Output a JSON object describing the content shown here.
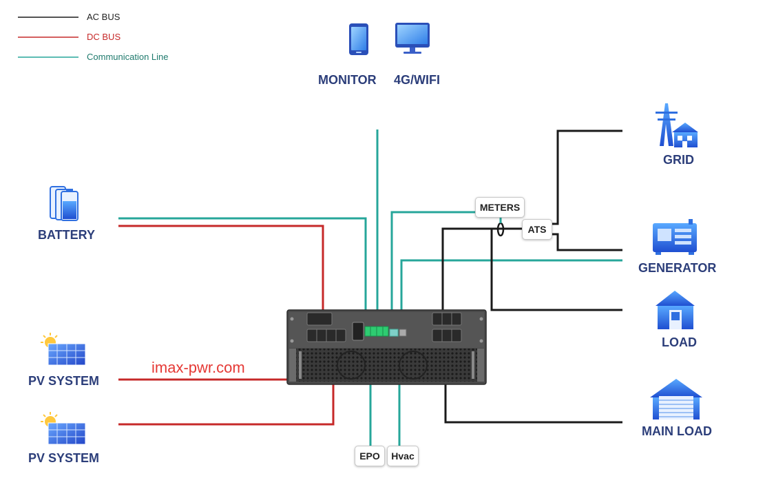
{
  "legend": [
    {
      "label": "AC BUS",
      "color": "#1a1a1a"
    },
    {
      "label": "DC BUS",
      "color": "#c62828"
    },
    {
      "label": "Communication Line",
      "color": "#26a69a"
    }
  ],
  "labels": {
    "monitor": "MONITOR",
    "wifi": "4G/WIFI",
    "battery": "BATTERY",
    "pv1": "PV SYSTEM",
    "pv2": "PV SYSTEM",
    "grid": "GRID",
    "generator": "GENERATOR",
    "load": "LOAD",
    "main_load": "MAIN LOAD",
    "meters": "METERS",
    "ats": "ATS",
    "epo": "EPO",
    "hvac": "Hvac"
  },
  "watermark": "imax-pwr.com",
  "colors": {
    "ac": "#1a1a1a",
    "dc": "#c62828",
    "comm": "#26a69a",
    "label": "#2c3e7a",
    "icon_blue": "#2f6fe0"
  }
}
